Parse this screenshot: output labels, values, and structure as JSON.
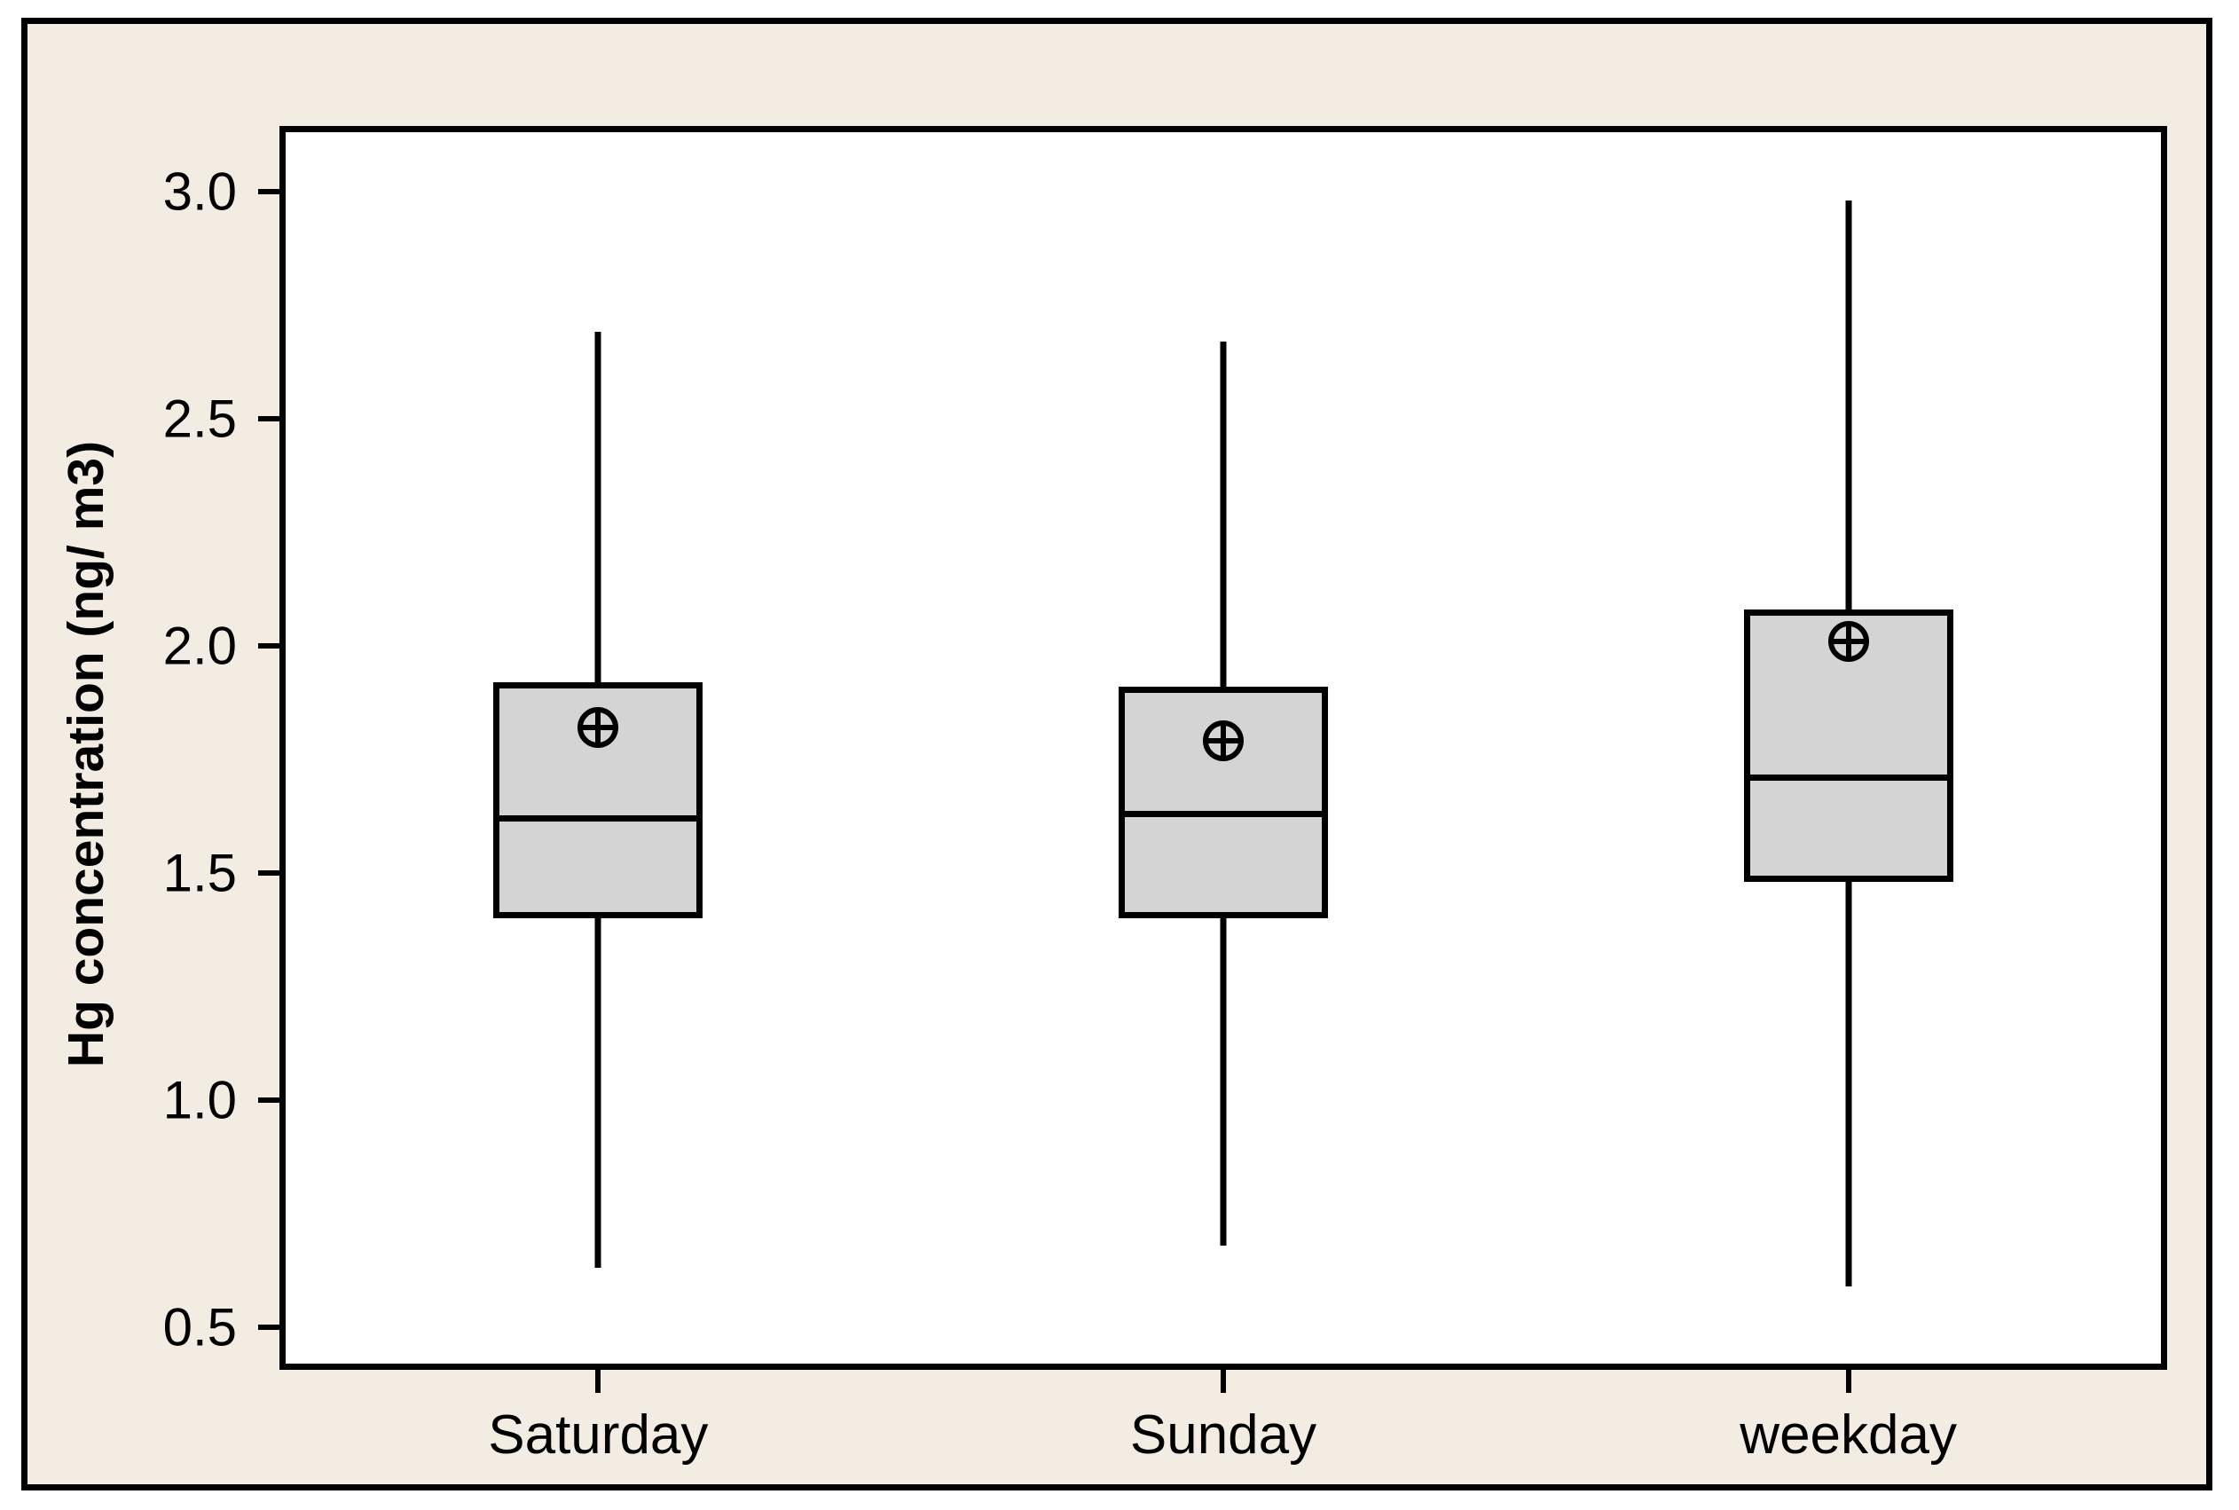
{
  "chart_data": {
    "type": "box",
    "title": "",
    "xlabel": "",
    "ylabel": "Hg concentration (ng/ m3)",
    "ylim": [
      0.42,
      3.13
    ],
    "yticks": [
      0.5,
      1.0,
      1.5,
      2.0,
      2.5,
      3.0
    ],
    "ytick_labels": [
      "0.5",
      "1.0",
      "1.5",
      "2.0",
      "2.5",
      "3.0"
    ],
    "grid": false,
    "legend": "none",
    "categories": [
      "Saturday",
      "Sunday",
      "weekday"
    ],
    "boxes": [
      {
        "category": "Saturday",
        "whisker_low": 0.63,
        "q1": 1.4,
        "median": 1.62,
        "q3": 1.92,
        "whisker_high": 2.69,
        "mean": 1.82
      },
      {
        "category": "Sunday",
        "whisker_low": 0.68,
        "q1": 1.4,
        "median": 1.63,
        "q3": 1.91,
        "whisker_high": 2.67,
        "mean": 1.79
      },
      {
        "category": "weekday",
        "whisker_low": 0.59,
        "q1": 1.48,
        "median": 1.71,
        "q3": 2.08,
        "whisker_high": 2.98,
        "mean": 2.01
      }
    ],
    "colors": {
      "figure_background": "#f3ece2",
      "plot_background": "#ffffff",
      "box_fill": "#d4d4d4",
      "line": "#000000"
    },
    "mean_marker_name": "circle-plus"
  }
}
